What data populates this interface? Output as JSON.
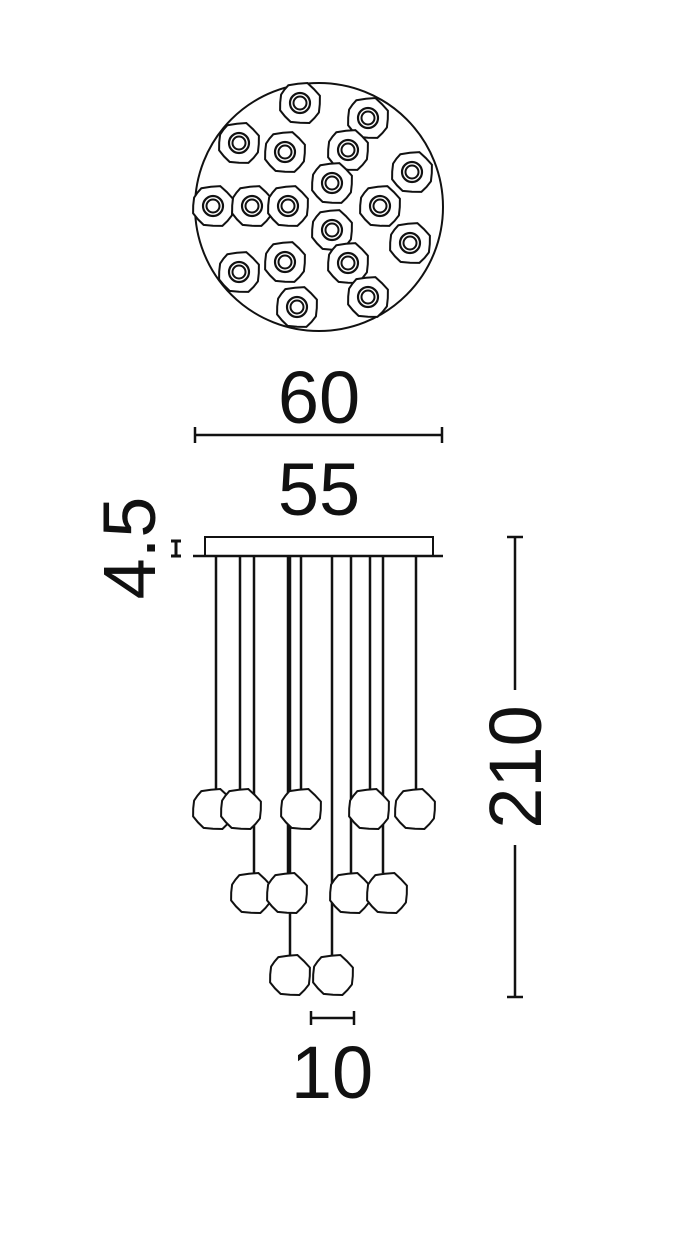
{
  "dimensions": {
    "top_diameter": "60",
    "canopy_width": "55",
    "canopy_height": "4.5",
    "total_height": "210",
    "pendant_diameter": "10"
  }
}
